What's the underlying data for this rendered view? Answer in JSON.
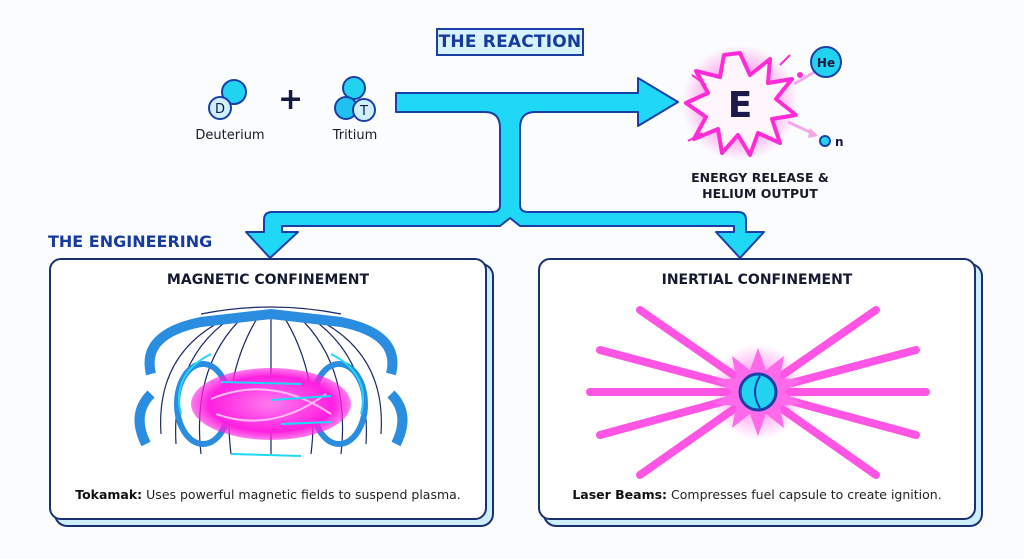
{
  "reaction": {
    "title": "THE REACTION",
    "inputs": [
      {
        "symbol": "D",
        "label": "Deuterium"
      },
      {
        "symbol": "T",
        "label": "Tritium"
      }
    ],
    "operator": "+",
    "output": {
      "symbol": "E",
      "label_line1": "ENERGY RELEASE &",
      "label_line2": "HELIUM OUTPUT",
      "products": [
        {
          "symbol": "He"
        },
        {
          "symbol": "n"
        }
      ]
    }
  },
  "engineering": {
    "title": "THE ENGINEERING",
    "cards": [
      {
        "title": "MAGNETIC CONFINEMENT",
        "caption_bold": "Tokamak:",
        "caption_text": " Uses powerful magnetic fields to suspend plasma."
      },
      {
        "title": "INERTIAL CONFINEMENT",
        "caption_bold": "Laser Beams:",
        "caption_text": " Compresses fuel capsule to create ignition."
      }
    ]
  },
  "colors": {
    "accent_cyan": "#1fd8f5",
    "outline_blue": "#1b3fa8",
    "energy_magenta": "#ff2bd6",
    "title_blue": "#173a9e"
  }
}
